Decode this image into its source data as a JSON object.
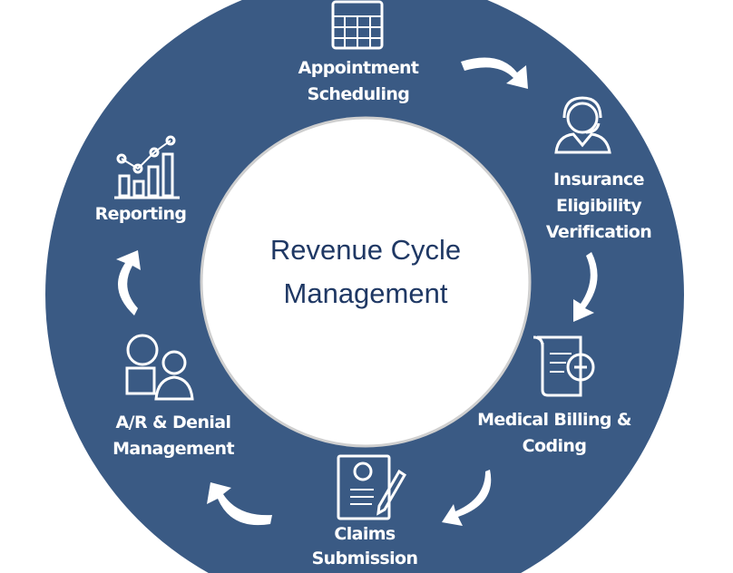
{
  "title": {
    "line1": "Revenue Cycle",
    "line2": "Management"
  },
  "steps": [
    {
      "line1": "Appointment",
      "line2": "Scheduling",
      "icon": "calendar-icon"
    },
    {
      "line1": "Insurance",
      "line2": "Eligibility",
      "line3": "Verification",
      "icon": "headset-agent-icon"
    },
    {
      "line1": "Medical Billing &",
      "line2": "Coding",
      "icon": "medical-document-icon"
    },
    {
      "line1": "Claims",
      "line2": "Submission",
      "icon": "claim-form-pen-icon"
    },
    {
      "line1": "A/R & Denial",
      "line2": "Management",
      "icon": "support-agent-icon"
    },
    {
      "line1": "Reporting",
      "icon": "bar-chart-icon"
    }
  ],
  "colors": {
    "ring": "#3a5a84",
    "center_text": "#1f3864",
    "icon": "#ffffff"
  }
}
